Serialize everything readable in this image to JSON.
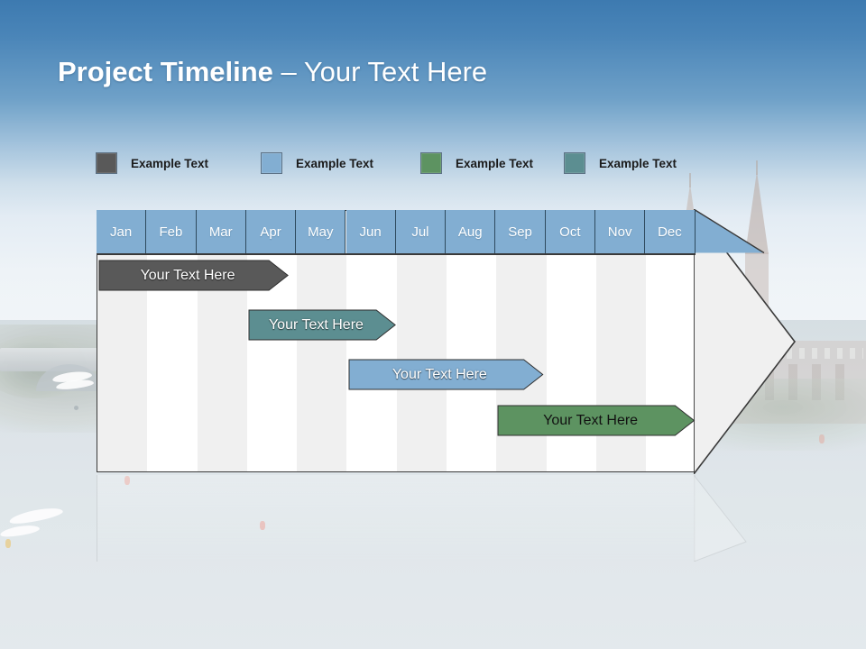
{
  "title": {
    "strong": "Project Timeline",
    "separator": " – ",
    "light": "Your Text Here"
  },
  "legend": {
    "items": [
      {
        "label": "Example Text",
        "color": "#595959",
        "name": "legend-swatch-gray"
      },
      {
        "label": "Example Text",
        "color": "#82aed2",
        "name": "legend-swatch-blue"
      },
      {
        "label": "Example Text",
        "color": "#5d9361",
        "name": "legend-swatch-green"
      },
      {
        "label": "Example Text",
        "color": "#5c8e91",
        "name": "legend-swatch-teal"
      }
    ]
  },
  "chart_data": {
    "type": "bar",
    "chart_subtype": "gantt-timeline",
    "title": "Project Timeline – Your Text Here",
    "xlabel": "",
    "ylabel": "",
    "grid": "alternating-column-stripes",
    "legend_position": "top",
    "categories": [
      "Jan",
      "Feb",
      "Mar",
      "Apr",
      "May",
      "Jun",
      "Jul",
      "Aug",
      "Sep",
      "Oct",
      "Nov",
      "Dec"
    ],
    "header_fill": "#82aed2",
    "header_text_color": "#ffffff",
    "series": [
      {
        "name": "Example Text",
        "label": "Your  Text Here",
        "color": "#595959",
        "text_color": "#ffffff",
        "start_month": "Jan",
        "end_month": "Apr",
        "start_index": 0,
        "span": 3.8,
        "row": 0
      },
      {
        "name": "Example Text",
        "label": "Your  Text Here",
        "color": "#5c8e91",
        "text_color": "#ffffff",
        "start_month": "Apr",
        "end_month": "Jun",
        "start_index": 3,
        "span": 2.95,
        "row": 1
      },
      {
        "name": "Example Text",
        "label": "Your  Text Here",
        "color": "#82aed2",
        "text_color": "#ffffff",
        "start_month": "Jun",
        "end_month": "Sep",
        "start_index": 5,
        "span": 3.9,
        "row": 2
      },
      {
        "name": "Example Text",
        "label": "Your  Text Here",
        "color": "#5d9361",
        "text_color": "#121212",
        "start_month": "Sep",
        "end_month": "Dec",
        "start_index": 8,
        "span": 3.95,
        "row": 3
      }
    ]
  }
}
